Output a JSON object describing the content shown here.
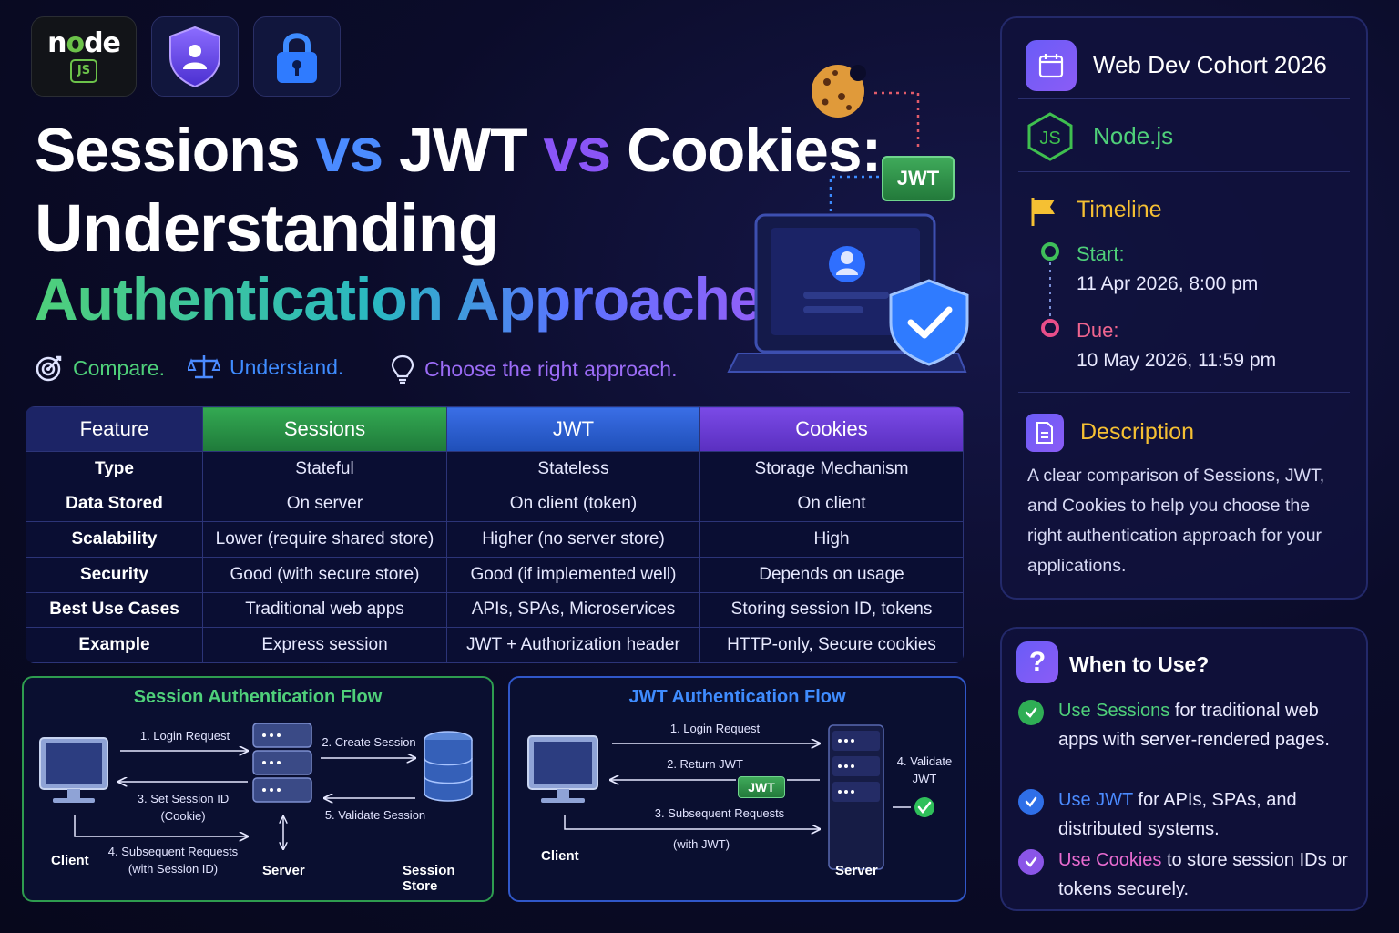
{
  "logos": {
    "node": "node",
    "node_badge": "JS"
  },
  "title": {
    "w_sessions": "Sessions",
    "vs_a": "vs",
    "w_jwt": "JWT",
    "vs_b": "vs",
    "w_cookies": "Cookies:",
    "line2": "Understanding",
    "line3": "Authentication Approaches"
  },
  "tagline": {
    "compare": "Compare.",
    "understand": "Understand.",
    "choose": "Choose the right approach."
  },
  "hero": {
    "jwt_badge": "JWT"
  },
  "table": {
    "headers": [
      "Feature",
      "Sessions",
      "JWT",
      "Cookies"
    ],
    "rows": [
      [
        "Type",
        "Stateful",
        "Stateless",
        "Storage Mechanism"
      ],
      [
        "Data Stored",
        "On server",
        "On client (token)",
        "On client"
      ],
      [
        "Scalability",
        "Lower (require shared store)",
        "Higher (no server store)",
        "High"
      ],
      [
        "Security",
        "Good (with secure store)",
        "Good (if implemented well)",
        "Depends on usage"
      ],
      [
        "Best Use Cases",
        "Traditional web apps",
        "APIs, SPAs, Microservices",
        "Storing session ID, tokens"
      ],
      [
        "Example",
        "Express session",
        "JWT + Authorization header",
        "HTTP-only, Secure cookies"
      ]
    ]
  },
  "session_flow": {
    "title": "Session Authentication Flow",
    "step1": "1. Login Request",
    "step2": "2. Create Session",
    "step3a": "3. Set Session ID",
    "step3b": "(Cookie)",
    "step4a": "4. Subsequent Requests",
    "step4b": "(with Session ID)",
    "step5": "5. Validate Session",
    "client": "Client",
    "server": "Server",
    "store": "Session Store"
  },
  "jwt_flow": {
    "title": "JWT Authentication Flow",
    "step1": "1. Login Request",
    "step2": "2. Return JWT",
    "badge": "JWT",
    "step3": "3. Subsequent Requests",
    "step3b": "(with JWT)",
    "step4a": "4. Validate",
    "step4b": "JWT",
    "client": "Client",
    "server": "Server"
  },
  "info": {
    "cohort": "Web Dev Cohort 2026",
    "tech": "Node.js",
    "timeline_label": "Timeline",
    "start_label": "Start:",
    "start_value": "11 Apr 2026, 8:00 pm",
    "due_label": "Due:",
    "due_value": "10 May 2026, 11:59 pm",
    "description_label": "Description",
    "description": "A clear comparison of Sessions, JWT, and Cookies to help you choose the right authentication approach for your applications."
  },
  "when": {
    "title": "When to Use?",
    "items": [
      {
        "highlight": "Use Sessions",
        "rest": " for traditional web apps with server-rendered pages.",
        "color": "#4fd07a"
      },
      {
        "highlight": "Use JWT",
        "rest": " for APIs, SPAs, and distributed systems.",
        "color": "#4b8bff"
      },
      {
        "highlight": "Use Cookies",
        "rest": " to store session IDs or tokens securely.",
        "color": "#e86bd0"
      }
    ]
  },
  "colors": {
    "sessions": "#2f9e4c",
    "jwt": "#2e62d6",
    "cookies": "#6b3fd6",
    "feature_header": "#1c2466",
    "accent_yellow": "#f5c033"
  }
}
